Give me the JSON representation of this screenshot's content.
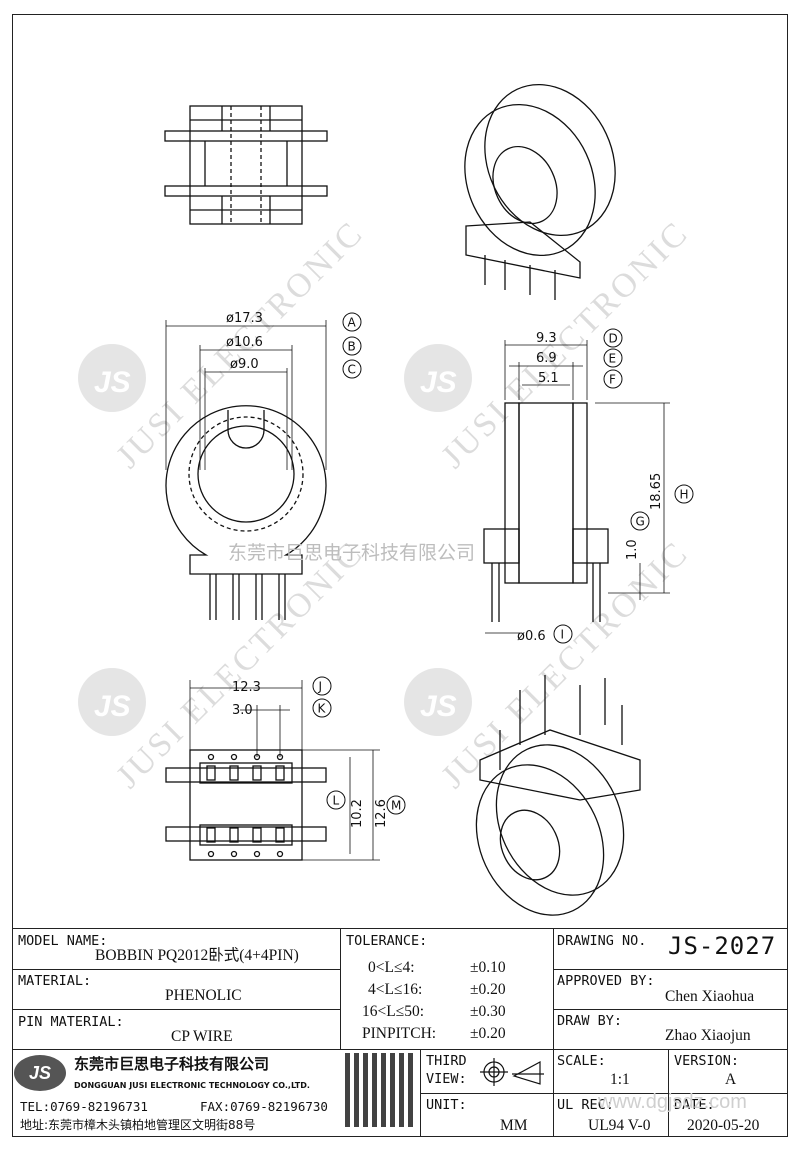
{
  "drawing": {
    "dims_front": {
      "a": "ø17.3",
      "b": "ø10.6",
      "c": "ø9.0"
    },
    "dims_side": {
      "d": "9.3",
      "e": "6.9",
      "f": "5.1",
      "h": "18.65",
      "g": "1.0",
      "i": "ø0.6"
    },
    "dims_bottom": {
      "j": "12.3",
      "k": "3.0",
      "l": "10.2",
      "m": "12.6"
    },
    "callouts": [
      "A",
      "B",
      "C",
      "D",
      "E",
      "F",
      "G",
      "H",
      "I",
      "J",
      "K",
      "L",
      "M"
    ],
    "watermark_company_cn": "东莞市巨思电子科技有限公司",
    "watermark_text": "JUSI ELECTRONIC",
    "watermark_logo": "JS"
  },
  "title_block": {
    "model_name_label": "MODEL NAME:",
    "model_name_value": "BOBBIN PQ2012卧式(4+4PIN)",
    "material_label": "MATERIAL:",
    "material_value": "PHENOLIC",
    "pin_material_label": "PIN MATERIAL:",
    "pin_material_value": "CP WIRE",
    "tolerance_label": "TOLERANCE:",
    "tolerance_rows": [
      {
        "range": "0<L≤4:",
        "value": "±0.10"
      },
      {
        "range": "4<L≤16:",
        "value": "±0.20"
      },
      {
        "range": "16<L≤50:",
        "value": "±0.30"
      },
      {
        "range": "PINPITCH:",
        "value": "±0.20"
      }
    ],
    "drawing_no_label": "DRAWING NO.",
    "drawing_no_value": "JS-2027",
    "approved_by_label": "APPROVED BY:",
    "approved_by_value": "Chen Xiaohua",
    "draw_by_label": "DRAW BY:",
    "draw_by_value": "Zhao Xiaojun",
    "company_cn": "东莞市巨思电子科技有限公司",
    "company_en": "DONGGUAN JUSI ELECTRONIC TECHNOLOGY CO.,LTD.",
    "tel": "TEL:0769-82196731",
    "fax": "FAX:0769-82196730",
    "address": "地址:东莞市樟木头镇柏地管理区文明街88号",
    "logo_text": "JS",
    "third_view_label_1": "THIRD",
    "third_view_label_2": "VIEW:",
    "unit_label": "UNIT:",
    "unit_value": "MM",
    "scale_label": "SCALE:",
    "scale_value": "1:1",
    "version_label": "VERSION:",
    "version_value": "A",
    "ul_rec_label": "UL REC:",
    "ul_rec_value": "UL94 V-0",
    "date_label": "DATE:",
    "date_value": "2020-05-20",
    "site_watermark": "www.dgjsdz.com"
  }
}
